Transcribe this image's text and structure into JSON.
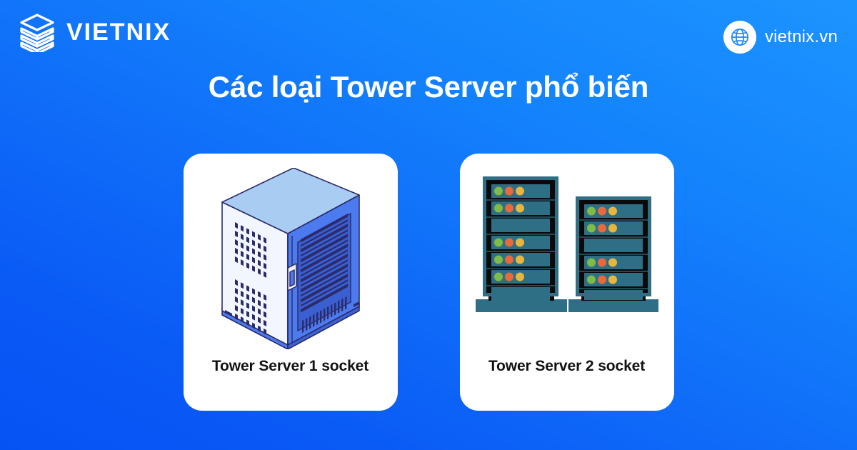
{
  "brand": {
    "logo_icon": "stacked-layers-server-icon",
    "name": "VIETNIX"
  },
  "site": {
    "globe_icon": "globe-icon",
    "url": "vietnix.vn"
  },
  "header": {
    "title": "Các loại Tower Server phổ biến"
  },
  "cards": [
    {
      "label": "Tower Server 1 socket",
      "illustration": "isometric-tower-server-icon"
    },
    {
      "label": "Tower Server 2 socket",
      "illustration": "dual-server-rack-icon"
    }
  ],
  "colors": {
    "background_top": "#1C94FF",
    "background_bottom": "#0653F4",
    "card_background": "#FFFFFF",
    "title_text": "#FFFFFF",
    "label_text": "#111111",
    "tower_top_face": "#A9CCF2",
    "tower_left_face": "#F2F6FE",
    "tower_right_face": "#4B7BEE",
    "rack_frame": "#2E6F86",
    "rack_body": "#0A0A0A",
    "rack_slot": "#2E6F86",
    "led_green": "#7FBB46",
    "led_orange": "#E8693C",
    "led_yellow": "#E8B63C"
  }
}
